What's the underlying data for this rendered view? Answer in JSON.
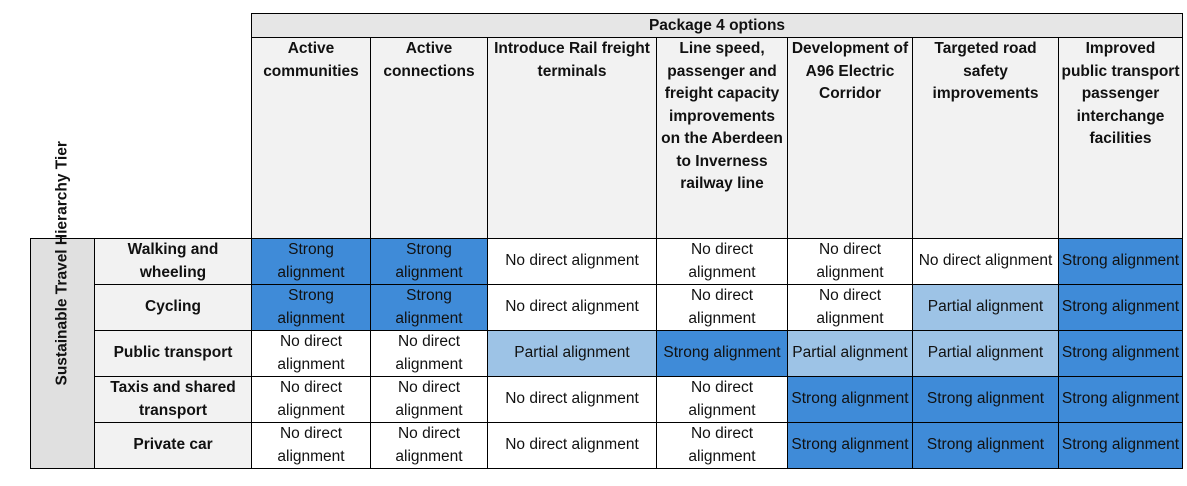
{
  "package_title": "Package 4 options",
  "tier_label": "Sustainable Travel Hierarchy Tier",
  "columns": [
    "Active communities",
    "Active connections",
    "Introduce Rail freight terminals",
    "Line speed, passenger and freight capacity improvements on the Aberdeen to Inverness railway line",
    "Development of A96 Electric Corridor",
    "Targeted road safety improvements",
    "Improved public transport passenger interchange facilities"
  ],
  "colors": {
    "strong": "#3f8bd8",
    "partial": "#9dc3e6",
    "none": "#ffffff"
  },
  "rows": [
    {
      "label": "Walking and wheeling",
      "cells": [
        {
          "text": "Strong alignment",
          "level": "strong"
        },
        {
          "text": "Strong alignment",
          "level": "strong"
        },
        {
          "text": "No direct alignment",
          "level": "none"
        },
        {
          "text": "No direct alignment",
          "level": "none"
        },
        {
          "text": "No direct alignment",
          "level": "none"
        },
        {
          "text": "No direct alignment",
          "level": "none"
        },
        {
          "text": "Strong alignment",
          "level": "strong"
        }
      ]
    },
    {
      "label": "Cycling",
      "cells": [
        {
          "text": "Strong alignment",
          "level": "strong"
        },
        {
          "text": "Strong alignment",
          "level": "strong"
        },
        {
          "text": "No direct alignment",
          "level": "none"
        },
        {
          "text": "No direct alignment",
          "level": "none"
        },
        {
          "text": "No direct alignment",
          "level": "none"
        },
        {
          "text": "Partial alignment",
          "level": "partial"
        },
        {
          "text": "Strong alignment",
          "level": "strong"
        }
      ]
    },
    {
      "label": "Public transport",
      "cells": [
        {
          "text": "No direct alignment",
          "level": "none"
        },
        {
          "text": "No direct alignment",
          "level": "none"
        },
        {
          "text": "Partial alignment",
          "level": "partial"
        },
        {
          "text": "Strong alignment",
          "level": "strong"
        },
        {
          "text": "Partial alignment",
          "level": "partial"
        },
        {
          "text": "Partial alignment",
          "level": "partial"
        },
        {
          "text": "Strong alignment",
          "level": "strong"
        }
      ]
    },
    {
      "label": "Taxis and shared transport",
      "cells": [
        {
          "text": "No direct alignment",
          "level": "none"
        },
        {
          "text": "No direct alignment",
          "level": "none"
        },
        {
          "text": "No direct alignment",
          "level": "none"
        },
        {
          "text": "No direct alignment",
          "level": "none"
        },
        {
          "text": "Strong alignment",
          "level": "strong"
        },
        {
          "text": "Strong alignment",
          "level": "strong"
        },
        {
          "text": "Strong alignment",
          "level": "strong"
        }
      ]
    },
    {
      "label": "Private car",
      "cells": [
        {
          "text": "No direct alignment",
          "level": "none"
        },
        {
          "text": "No direct alignment",
          "level": "none"
        },
        {
          "text": "No direct alignment",
          "level": "none"
        },
        {
          "text": "No direct alignment",
          "level": "none"
        },
        {
          "text": "Strong alignment",
          "level": "strong"
        },
        {
          "text": "Strong alignment",
          "level": "strong"
        },
        {
          "text": "Strong alignment",
          "level": "strong"
        }
      ]
    }
  ]
}
